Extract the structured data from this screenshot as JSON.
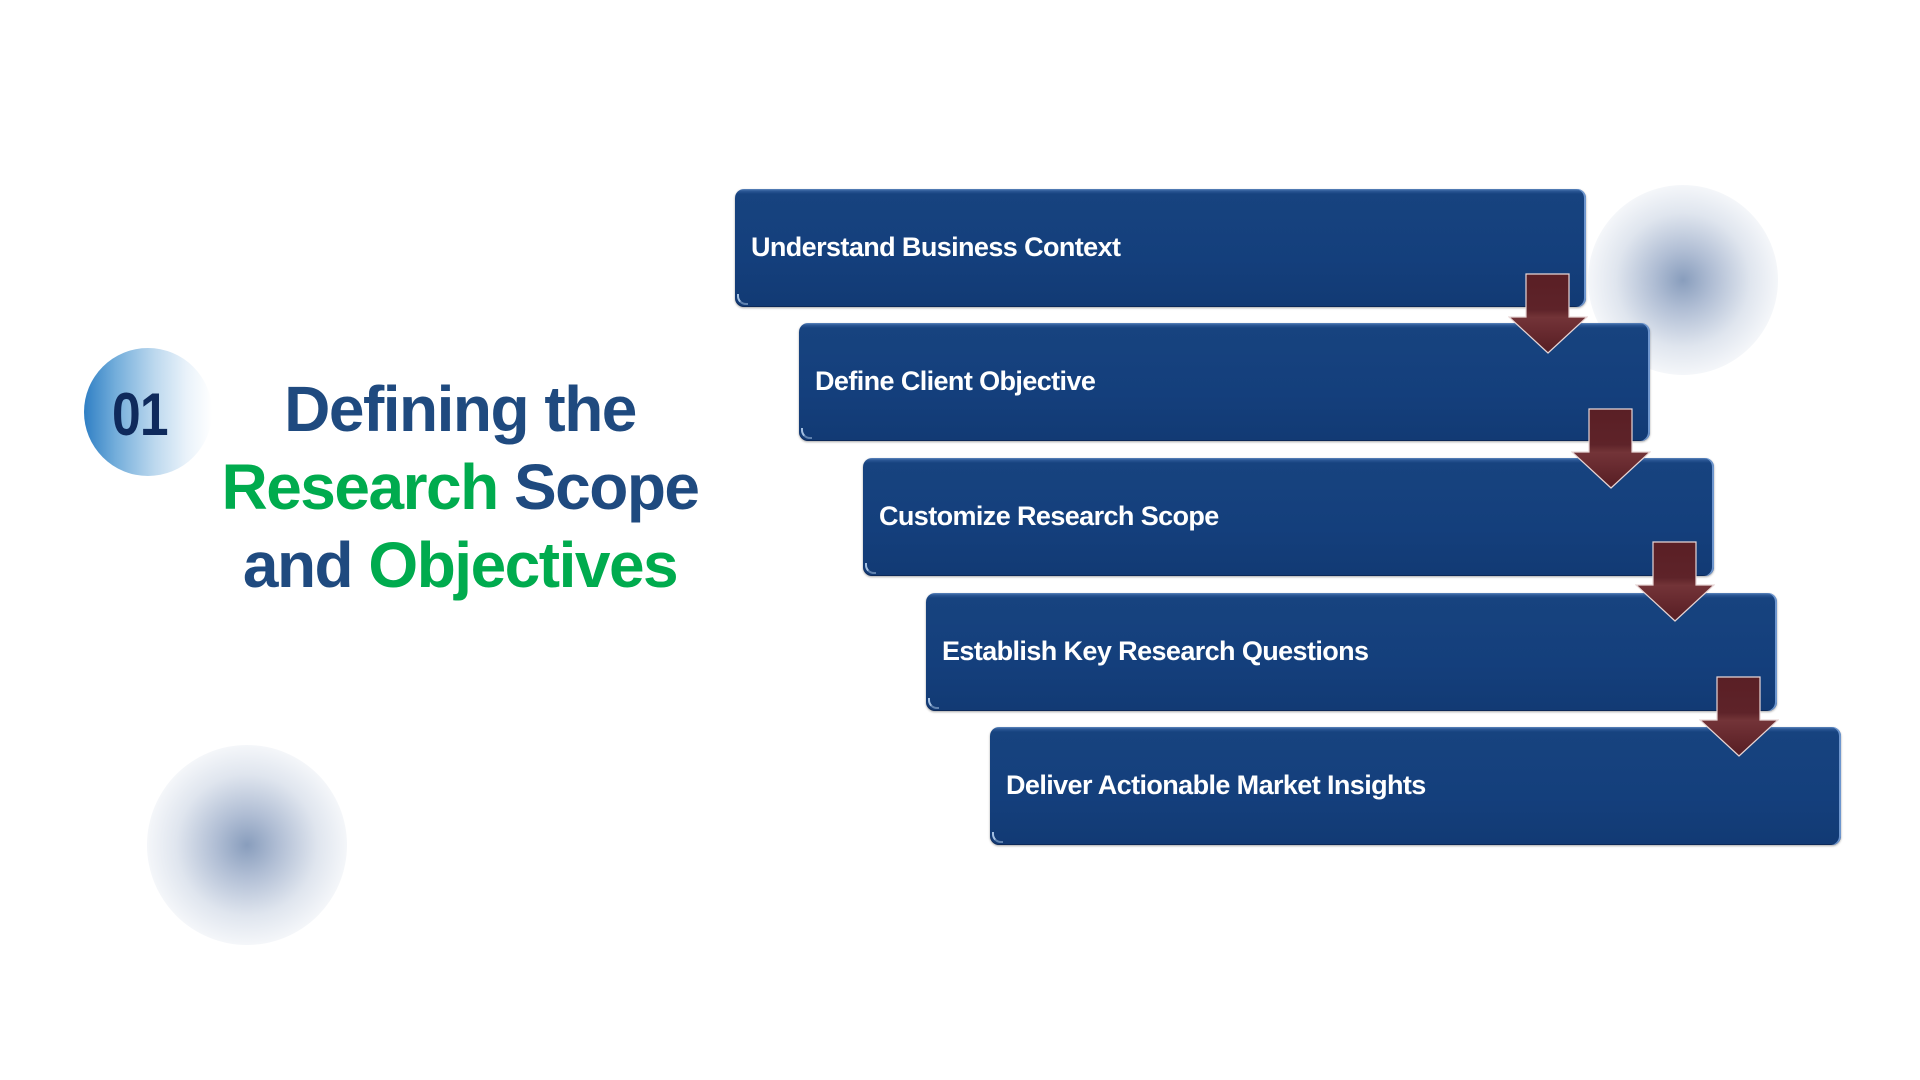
{
  "slide": {
    "number": "01",
    "title_lines": [
      [
        {
          "text": "Defining the",
          "color": "navy"
        }
      ],
      [
        {
          "text": "Research",
          "color": "green"
        },
        {
          "text": "Scope",
          "color": "navy"
        }
      ],
      [
        {
          "text": "and",
          "color": "navy"
        },
        {
          "text": "Objectives",
          "color": "green"
        }
      ]
    ],
    "title": {
      "line1": "Defining the",
      "line2_a": "Research",
      "line2_b": "Scope",
      "line3_a": "and",
      "line3_b": "Objectives"
    }
  },
  "colors": {
    "navy": "#1f4a7f",
    "green": "#00ab4e",
    "number": "#0f2a5c",
    "step_fill": "#143f7c",
    "arrow_fill": "#5b2228"
  },
  "steps": [
    {
      "label": "Understand Business Context"
    },
    {
      "label": "Define Client Objective"
    },
    {
      "label": "Customize Research Scope"
    },
    {
      "label": "Establish Key Research Questions"
    },
    {
      "label": "Deliver Actionable Market Insights"
    }
  ],
  "arrows": [
    {
      "icon": "down-arrow-icon"
    },
    {
      "icon": "down-arrow-icon"
    },
    {
      "icon": "down-arrow-icon"
    },
    {
      "icon": "down-arrow-icon"
    }
  ]
}
